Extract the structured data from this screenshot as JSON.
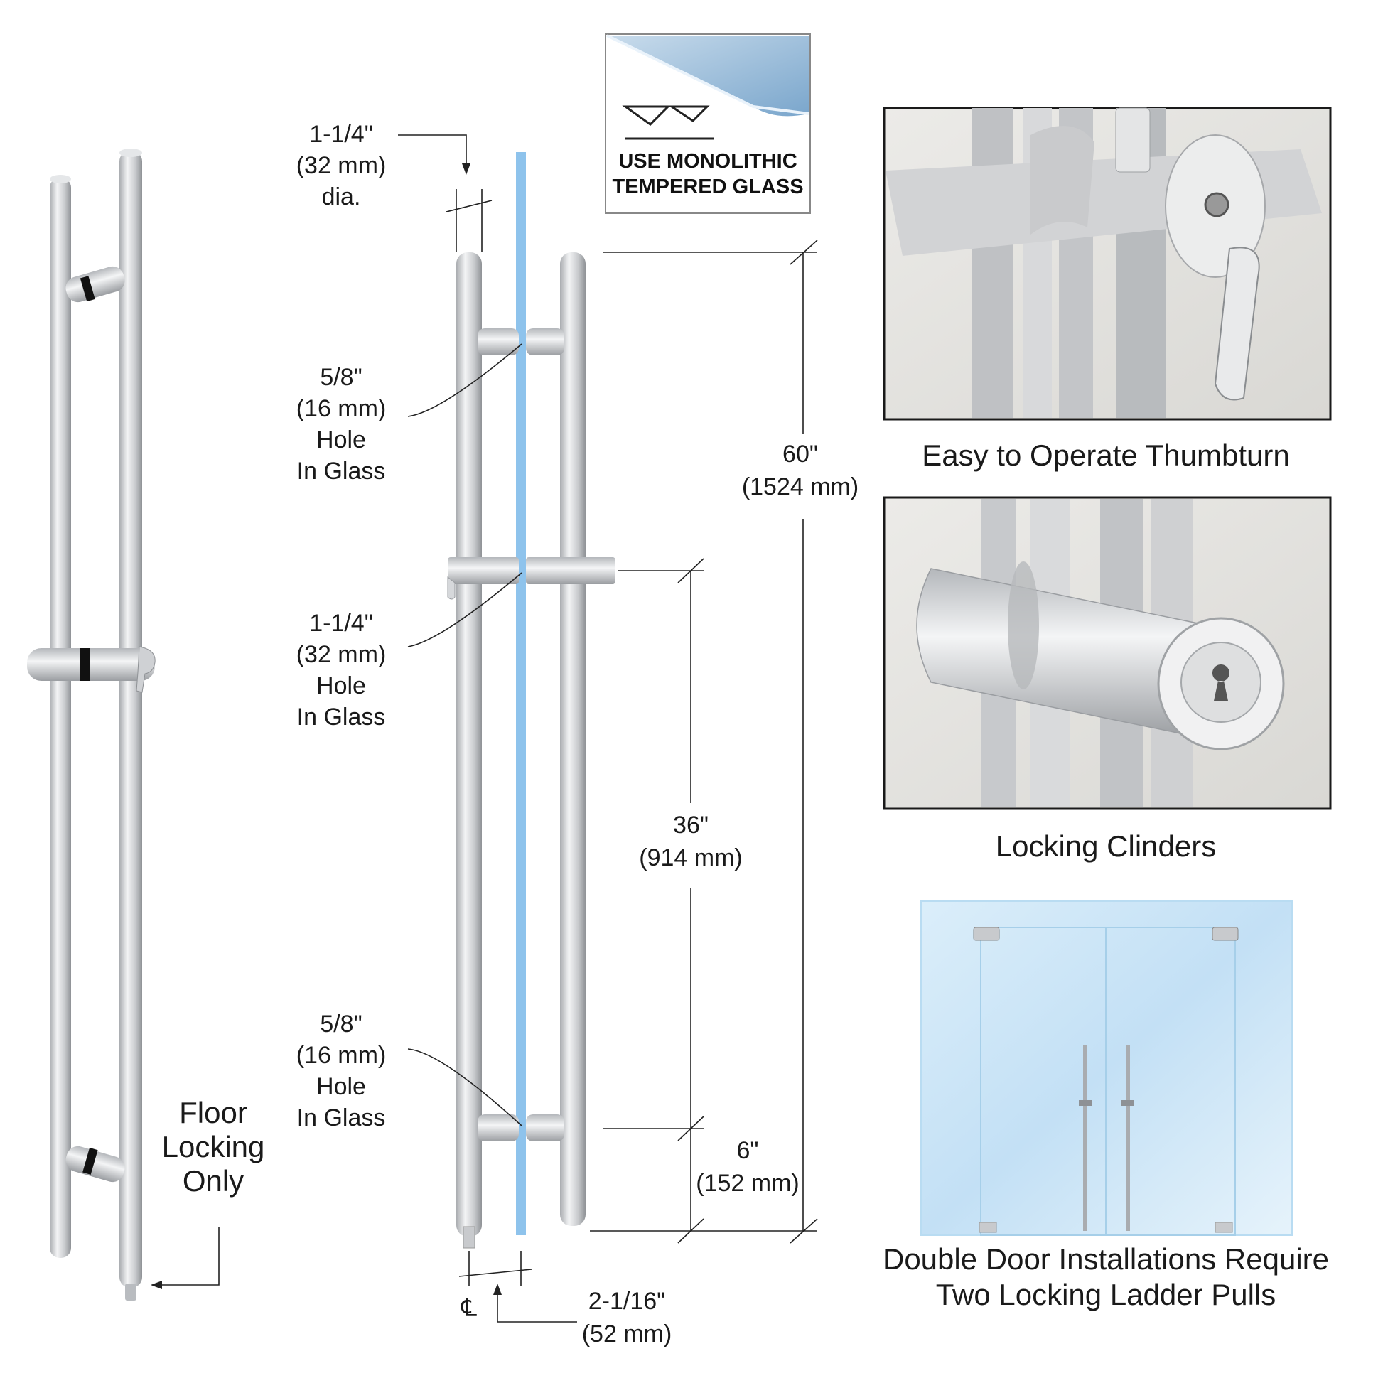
{
  "badge": {
    "line1": "USE MONOLITHIC",
    "line2": "TEMPERED GLASS"
  },
  "left_label": {
    "line1": "Floor",
    "line2": "Locking",
    "line3": "Only"
  },
  "dims": {
    "dia": {
      "line1": "1-1/4\"",
      "line2": "(32 mm)",
      "line3": "dia."
    },
    "hole_top": {
      "line1": "5/8\"",
      "line2": "(16 mm)",
      "line3": "Hole",
      "line4": "In Glass"
    },
    "hole_mid": {
      "line1": "1-1/4\"",
      "line2": "(32 mm)",
      "line3": "Hole",
      "line4": "In Glass"
    },
    "hole_bot": {
      "line1": "5/8\"",
      "line2": "(16 mm)",
      "line3": "Hole",
      "line4": "In Glass"
    },
    "overall": {
      "line1": "60\"",
      "line2": "(1524 mm)"
    },
    "center": {
      "line1": "36\"",
      "line2": "(914 mm)"
    },
    "bottom": {
      "line1": "6\"",
      "line2": "(152 mm)"
    },
    "offset": {
      "line1": "2-1/16\"",
      "line2": "(52 mm)"
    },
    "centerline": "℄"
  },
  "captions": {
    "thumbturn": "Easy to Operate Thumbturn",
    "cylinders": "Locking Clinders",
    "double_door_line1": "Double Door Installations Require",
    "double_door_line2": "Two Locking Ladder Pulls"
  },
  "colors": {
    "glass": "#8ec3ec",
    "steel": "#d6d8db",
    "photo_border": "#1a1a1a"
  }
}
